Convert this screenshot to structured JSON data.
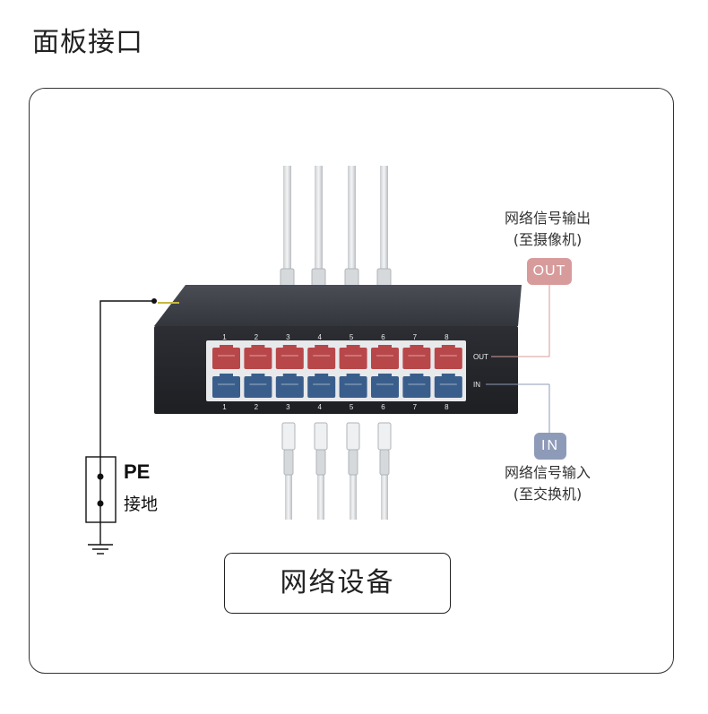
{
  "title": "面板接口",
  "output": {
    "caption_line1": "网络信号输出",
    "caption_line2": "(至摄像机)",
    "badge": "OUT",
    "panel_label": "OUT",
    "badge_color": "#d89b9b"
  },
  "input": {
    "caption_line1": "网络信号输入",
    "caption_line2": "(至交换机)",
    "badge": "IN",
    "panel_label": "IN",
    "badge_color": "#8e9bb8"
  },
  "ports": {
    "top_numbers": [
      "1",
      "2",
      "3",
      "4",
      "5",
      "6",
      "7",
      "8"
    ],
    "bottom_numbers": [
      "1",
      "2",
      "3",
      "4",
      "5",
      "6",
      "7",
      "8"
    ],
    "out_port_color": "#b8474a",
    "in_port_color": "#3a5e8c"
  },
  "ground": {
    "pe_label": "PE",
    "label": "接地",
    "symbol_icon": "ground-icon"
  },
  "device_label": "网络设备"
}
